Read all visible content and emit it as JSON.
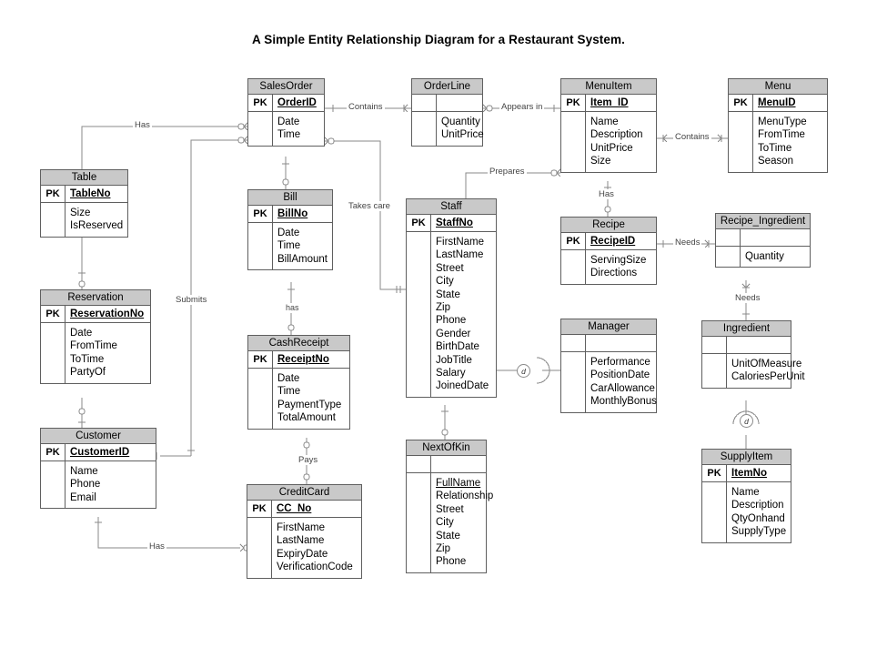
{
  "page": {
    "title": "A Simple Entity Relationship Diagram for a Restaurant System.",
    "background": "#ffffff",
    "entity_header_fill": "#c9c9c9",
    "entity_border": "#5f5f5f",
    "connector_color": "#8a8a8a"
  },
  "entities": [
    {
      "id": "salesorder",
      "name": "SalesOrder",
      "pk_label": "PK",
      "pk_name": "OrderID",
      "attributes": [
        "Date",
        "Time"
      ]
    },
    {
      "id": "orderline",
      "name": "OrderLine",
      "pk_label": "",
      "pk_name": "",
      "attributes": [
        "Quantity",
        "UnitPrice"
      ]
    },
    {
      "id": "menuitem",
      "name": "MenuItem",
      "pk_label": "PK",
      "pk_name": "Item_ID",
      "attributes": [
        "Name",
        "Description",
        "UnitPrice",
        "Size"
      ]
    },
    {
      "id": "menu",
      "name": "Menu",
      "pk_label": "PK",
      "pk_name": "MenuID",
      "attributes": [
        "MenuType",
        "FromTime",
        "ToTime",
        "Season"
      ]
    },
    {
      "id": "table",
      "name": "Table",
      "pk_label": "PK",
      "pk_name": "TableNo",
      "attributes": [
        "Size",
        "IsReserved"
      ]
    },
    {
      "id": "bill",
      "name": "Bill",
      "pk_label": "PK",
      "pk_name": "BillNo",
      "attributes": [
        "Date",
        "Time",
        "BillAmount"
      ]
    },
    {
      "id": "staff",
      "name": "Staff",
      "pk_label": "PK",
      "pk_name": "StaffNo",
      "attributes": [
        "FirstName",
        "LastName",
        "Street",
        "City",
        "State",
        "Zip",
        "Phone",
        "Gender",
        "BirthDate",
        "JobTitle",
        "Salary",
        "JoinedDate"
      ]
    },
    {
      "id": "recipe",
      "name": "Recipe",
      "pk_label": "PK",
      "pk_name": "RecipeID",
      "attributes": [
        "ServingSize",
        "Directions"
      ]
    },
    {
      "id": "recipe_ingredient",
      "name": "Recipe_Ingredient",
      "pk_label": "",
      "pk_name": "",
      "attributes": [
        "Quantity"
      ]
    },
    {
      "id": "reservation",
      "name": "Reservation",
      "pk_label": "PK",
      "pk_name": "ReservationNo",
      "attributes": [
        "Date",
        "FromTime",
        "ToTime",
        "PartyOf"
      ]
    },
    {
      "id": "cashreceipt",
      "name": "CashReceipt",
      "pk_label": "PK",
      "pk_name": "ReceiptNo",
      "attributes": [
        "Date",
        "Time",
        "PaymentType",
        "TotalAmount"
      ]
    },
    {
      "id": "manager",
      "name": "Manager",
      "pk_label": "",
      "pk_name": "",
      "attributes": [
        "Performance",
        "PositionDate",
        "CarAllowance",
        "MonthlyBonus"
      ]
    },
    {
      "id": "ingredient",
      "name": "Ingredient",
      "pk_label": "",
      "pk_name": "",
      "attributes": [
        "UnitOfMeasure",
        "CaloriesPerUnit"
      ]
    },
    {
      "id": "customer",
      "name": "Customer",
      "pk_label": "PK",
      "pk_name": "CustomerID",
      "attributes": [
        "Name",
        "Phone",
        "Email"
      ]
    },
    {
      "id": "nextofkin",
      "name": "NextOfKin",
      "pk_label": "",
      "pk_name": "",
      "attributes": [
        "FullName",
        "Relationship",
        "Street",
        "City",
        "State",
        "Zip",
        "Phone"
      ],
      "underlined_attributes": [
        "FullName"
      ]
    },
    {
      "id": "supplyitem",
      "name": "SupplyItem",
      "pk_label": "PK",
      "pk_name": "ItemNo",
      "attributes": [
        "Name",
        "Description",
        "QtyOnhand",
        "SupplyType"
      ]
    },
    {
      "id": "creditcard",
      "name": "CreditCard",
      "pk_label": "PK",
      "pk_name": "CC_No",
      "attributes": [
        "FirstName",
        "LastName",
        "ExpiryDate",
        "VerificationCode"
      ]
    }
  ],
  "relationships": [
    {
      "id": "has-table-salesorder",
      "label": "Has",
      "from": "Table",
      "to": "SalesOrder"
    },
    {
      "id": "contains-salesorder-orderline",
      "label": "Contains",
      "from": "SalesOrder",
      "to": "OrderLine"
    },
    {
      "id": "appears-in-orderline-menuitem",
      "label": "Appears in",
      "from": "OrderLine",
      "to": "MenuItem"
    },
    {
      "id": "contains-menuitem-menu",
      "label": "Contains",
      "from": "MenuItem",
      "to": "Menu"
    },
    {
      "id": "takes-care-salesorder-staff",
      "label": "Takes care",
      "from": "SalesOrder",
      "to": "Staff"
    },
    {
      "id": "prepares-staff-menuitem",
      "label": "Prepares",
      "from": "Staff",
      "to": "MenuItem"
    },
    {
      "id": "has-menuitem-recipe",
      "label": "Has",
      "from": "MenuItem",
      "to": "Recipe"
    },
    {
      "id": "needs-recipe-recipeingredient",
      "label": "Needs",
      "from": "Recipe",
      "to": "Recipe_Ingredient"
    },
    {
      "id": "needs-recipeingredient-ingredient",
      "label": "Needs",
      "from": "Recipe_Ingredient",
      "to": "Ingredient"
    },
    {
      "id": "submits-customer-salesorder",
      "label": "Submits",
      "from": "Customer",
      "to": "SalesOrder"
    },
    {
      "id": "has-bill-cashreceipt",
      "label": "has",
      "from": "Bill",
      "to": "CashReceipt"
    },
    {
      "id": "pays-cashreceipt-creditcard",
      "label": "Pays",
      "from": "CashReceipt",
      "to": "CreditCard"
    },
    {
      "id": "has-customer-creditcard",
      "label": "Has",
      "from": "Customer",
      "to": "CreditCard"
    }
  ],
  "specializations": [
    {
      "id": "staff-manager-disjoint",
      "symbol": "d",
      "parent": "Staff",
      "child": "Manager"
    },
    {
      "id": "ingredient-supplyitem-disjoint",
      "symbol": "d",
      "parent": "Ingredient",
      "child": "SupplyItem"
    }
  ]
}
